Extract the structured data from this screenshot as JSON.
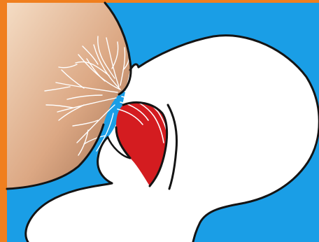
{
  "illustration": {
    "caption": "",
    "colors": {
      "frame": "#f07f1e",
      "background": "#1a9ee6",
      "skin_light": "#f4dcc4",
      "skin_mid": "#dca884",
      "skin_dark": "#a06e50",
      "infant": "#ffffff",
      "outline": "#141414",
      "mouth_interior": "#d41c20",
      "milk_ducts": "#ffffff"
    },
    "icons": [
      "breast",
      "milk-ducts",
      "infant-head",
      "infant-mouth",
      "infant-chin"
    ]
  }
}
